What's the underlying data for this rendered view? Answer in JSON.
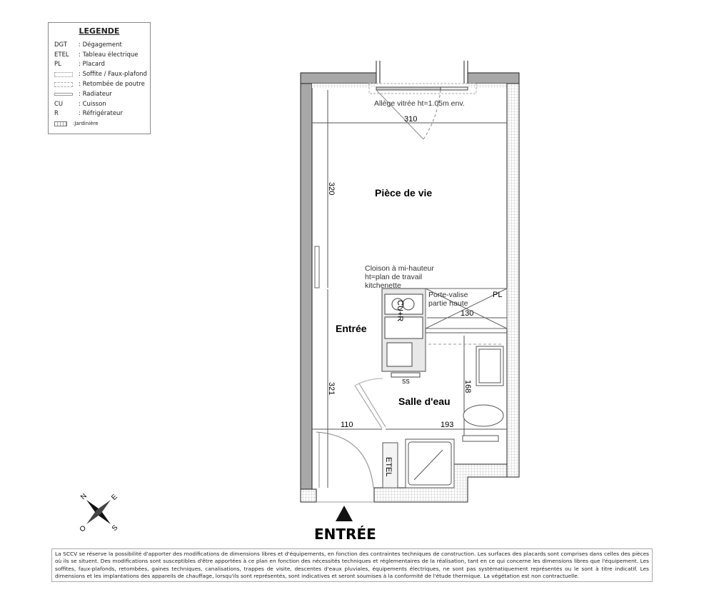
{
  "legend": {
    "title": "LEGENDE",
    "items": [
      {
        "code": "DGT",
        "label": ": Dégagement"
      },
      {
        "code": "ETEL",
        "label": ": Tableau électrique"
      },
      {
        "code": "PL",
        "label": ": Placard"
      },
      {
        "code": "",
        "symbol": "soffite",
        "label": ": Soffite / Faux-plafond"
      },
      {
        "code": "",
        "symbol": "retombee",
        "label": ": Retombée de poutre"
      },
      {
        "code": "",
        "symbol": "radiateur",
        "label": ": Radiateur"
      },
      {
        "code": "CU",
        "label": ": Cuisson"
      },
      {
        "code": "R",
        "label": ": Réfrigérateur"
      },
      {
        "code": "",
        "symbol": "jardiniere",
        "label": ":Jardinière"
      }
    ]
  },
  "plan": {
    "window_note": "Allège vitrée ht=1.05m env.",
    "rooms": {
      "living": "Pièce de vie",
      "entry": "Entrée",
      "bathroom": "Salle d'eau"
    },
    "dimensions": {
      "living_width": "310",
      "living_height": "320",
      "entry_height": "321",
      "entry_width": "110",
      "bath_width": "193",
      "bath_height": "168",
      "pl_width": "130"
    },
    "partition_note": [
      "Cloison à mi-hauteur",
      "ht=plan de travail",
      "kitchenette"
    ],
    "pl_note": [
      "Porte-valise",
      "partie haute"
    ],
    "pl_label": "PL",
    "kitchen_label": "CU+R",
    "ss_label": "SS",
    "etel_label": "ETEL"
  },
  "compass": {
    "n": "N",
    "e": "E",
    "s": "S",
    "o": "O"
  },
  "entrance_label": "ENTRÉE",
  "disclaimer": "La SCCV se réserve la possibilité d'apporter des modifications de dimensions libres et d'équipements, en fonction des contraintes techniques de construction. Les surfaces des placards sont comprises dans celles des pièces où ils se situent. Des modifications sont susceptibles d'être apportées à ce plan en fonction des nécessités techniques et réglementaires de la réalisation, tant en ce qui concerne les dimensions libres que l'équipement. Les soffites, faux-plafonds, retombées, gaines techniques, canalisations, trappes de visite, descentes d'eaux pluviales, équipements électriques, ne sont pas systématiquement représentés ou le sont à titre indicatif. Les dimensions et les implantations des appareils de chauffage, lorsqu'ils sont représentés, sont indicatives et seront soumises à la conformité de l'étude thermique. La végétation est non contractuelle."
}
